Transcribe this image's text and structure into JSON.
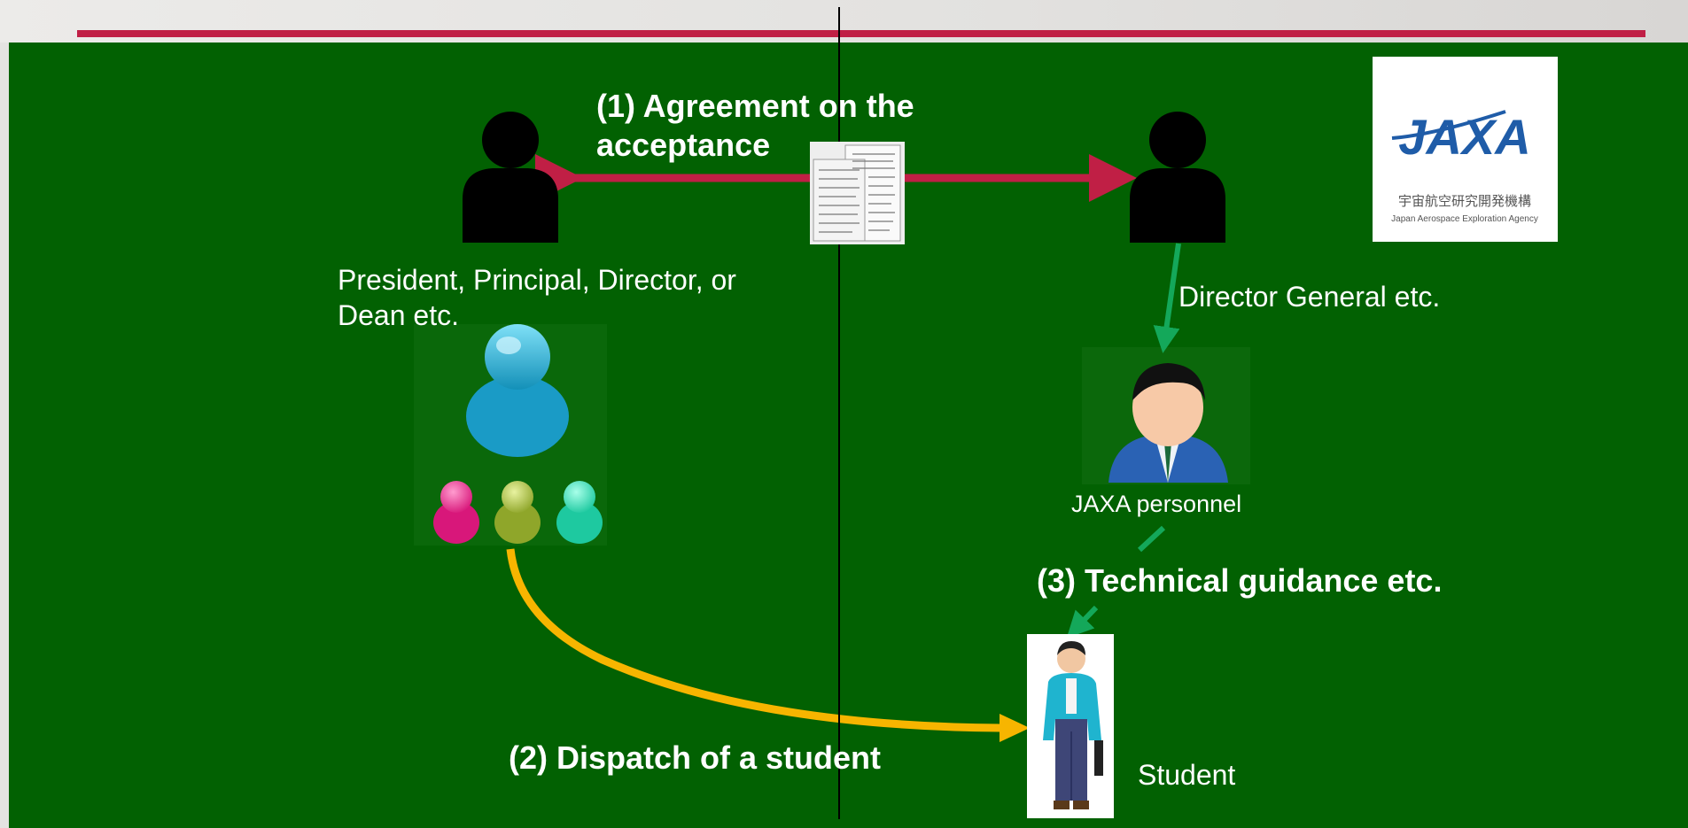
{
  "labels": {
    "agreement": "(1) Agreement on the\nacceptance",
    "school_head": "President, Principal, Director, or\nDean etc.",
    "director_general": "Director General etc.",
    "jaxa_personnel": "JAXA personnel",
    "technical_guidance": "(3) Technical guidance etc.",
    "dispatch": "(2) Dispatch of a student",
    "student": "Student"
  },
  "logo": {
    "wordmark": "JAXA",
    "jp_name": "宇宙航空研究開発機構",
    "en_name": "Japan Aerospace Exploration Agency"
  },
  "colors": {
    "background": "#026102",
    "accent_red": "#c01f45",
    "arrow_green": "#14a85a",
    "arrow_yellow": "#f7b500",
    "logo_blue": "#1f5ca8"
  },
  "icons": [
    "person-silhouette-icon",
    "document-icon",
    "user-group-icon",
    "businessman-icon",
    "student-icon",
    "jaxa-logo"
  ]
}
